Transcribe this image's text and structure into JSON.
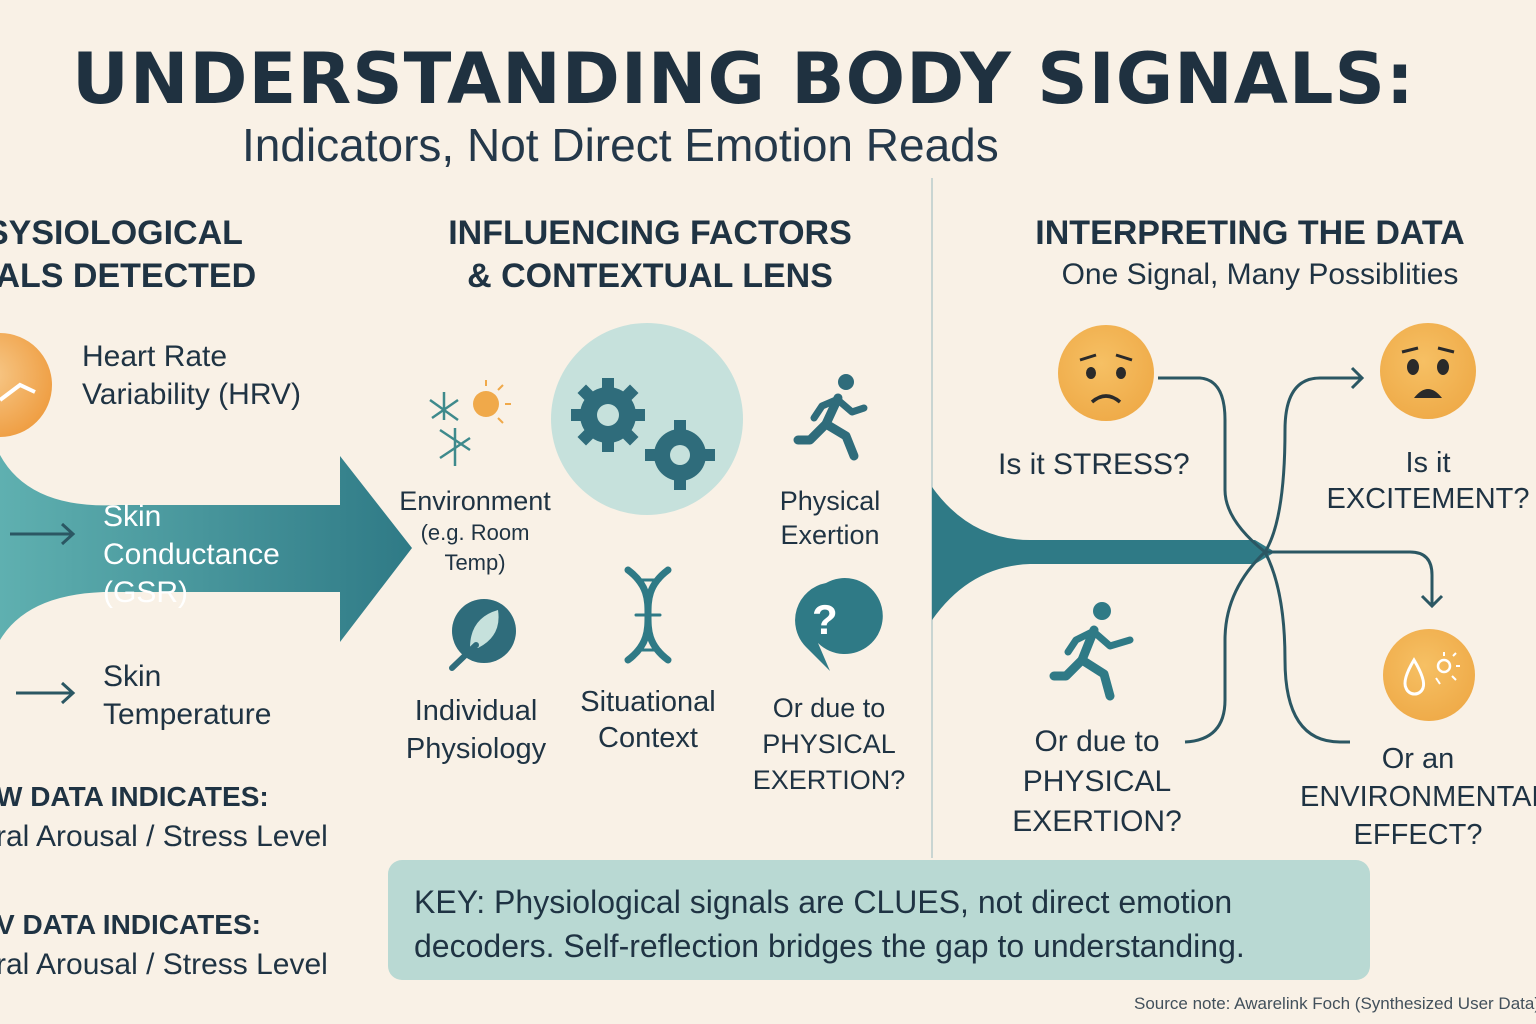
{
  "title": "UNDERSTANDING BODY SIGNALS:",
  "subtitle": "Indicators, Not Direct Emotion Reads",
  "left": {
    "heading_line1": "SYSIOLOGICAL",
    "heading_line2": "IALS DETECTED",
    "hrv_line1": "Heart Rate",
    "hrv_line2": "Variability (HRV)",
    "gsr_line1": "Skin",
    "gsr_line2": "Conductance",
    "gsr_line3": "(GSR)",
    "temp_line1": "Skin",
    "temp_line2": "Temperature",
    "indicates1_line1": "W DATA INDICATES:",
    "indicates1_line2": "ral Arousal / Stress Level",
    "indicates2_line1": "V DATA INDICATES:",
    "indicates2_line2": "ral Arousal / Stress Level"
  },
  "middle": {
    "heading_line1": "INFLUENCING FACTORS",
    "heading_line2": "& CONTEXTUAL LENS",
    "environment": "Environment",
    "environment_note1": "(e.g. Room",
    "environment_note2": "Temp)",
    "physical_line1": "Physical",
    "physical_line2": "Exertion",
    "individual_line1": "Individual",
    "individual_line2": "Physiology",
    "situational_line1": "Situational",
    "situational_line2": "Context",
    "ordue_line1": "Or due to",
    "ordue_line2": "PHYSICAL",
    "ordue_line3": "EXERTION?",
    "question_glyph": "?"
  },
  "right": {
    "heading": "INTERPRETING THE DATA",
    "subheading": "One Signal, Many Possiblities",
    "stress": "Is it STRESS?",
    "excitement_line1": "Is it",
    "excitement_line2": "EXCITEMENT?",
    "exertion_line1": "Or due to",
    "exertion_line2": "PHYSICAL",
    "exertion_line3": "EXERTION?",
    "environmental_line1": "Or an",
    "environmental_line2": "ENVIRONMENTAL",
    "environmental_line3": "EFFECT?"
  },
  "key": {
    "line1": "KEY: Physiological signals are CLUES, not direct emotion",
    "line2": "decoders. Self-reflection bridges the gap to understanding."
  },
  "source": "Source note: Awarelink Foch (Synthesized User Data)",
  "colors": {
    "teal": "#2f7a86",
    "teal_light": "#6fb8b8",
    "orange": "#f0a94a",
    "background": "#f9f1e6",
    "key_box": "#b9d9d3"
  }
}
